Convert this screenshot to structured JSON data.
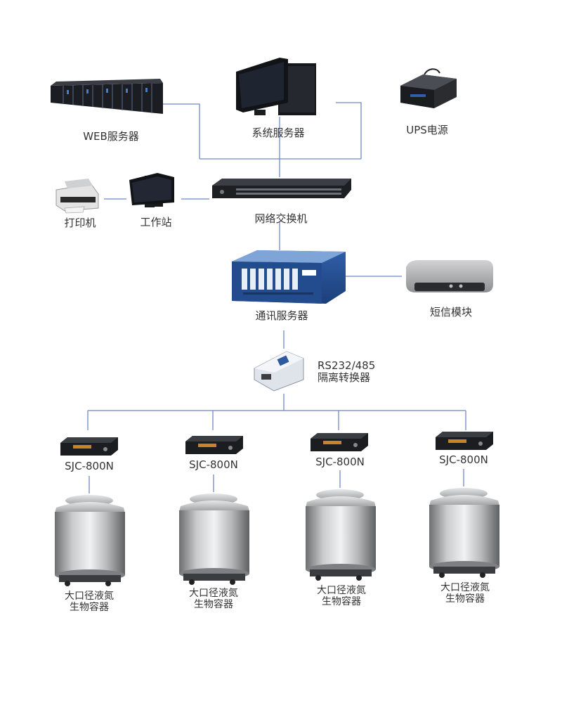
{
  "colors": {
    "line": "#6f88c6",
    "text": "#333333"
  },
  "nodes": {
    "web_server": "WEB服务器",
    "system_server": "系统服务器",
    "ups": "UPS电源",
    "printer": "打印机",
    "workstation": "工作站",
    "network_switch": "网络交换机",
    "comm_server": "通讯服务器",
    "sms_module": "短信模块",
    "converter_line1": "RS232/485",
    "converter_line2": "隔离转换器"
  },
  "units": [
    {
      "controller": "SJC-800N",
      "container_line1": "大口径液氮",
      "container_line2": "生物容器"
    },
    {
      "controller": "SJC-800N",
      "container_line1": "大口径液氮",
      "container_line2": "生物容器"
    },
    {
      "controller": "SJC-800N",
      "container_line1": "大口径液氮",
      "container_line2": "生物容器"
    },
    {
      "controller": "SJC-800N",
      "container_line1": "大口径液氮",
      "container_line2": "生物容器"
    }
  ]
}
